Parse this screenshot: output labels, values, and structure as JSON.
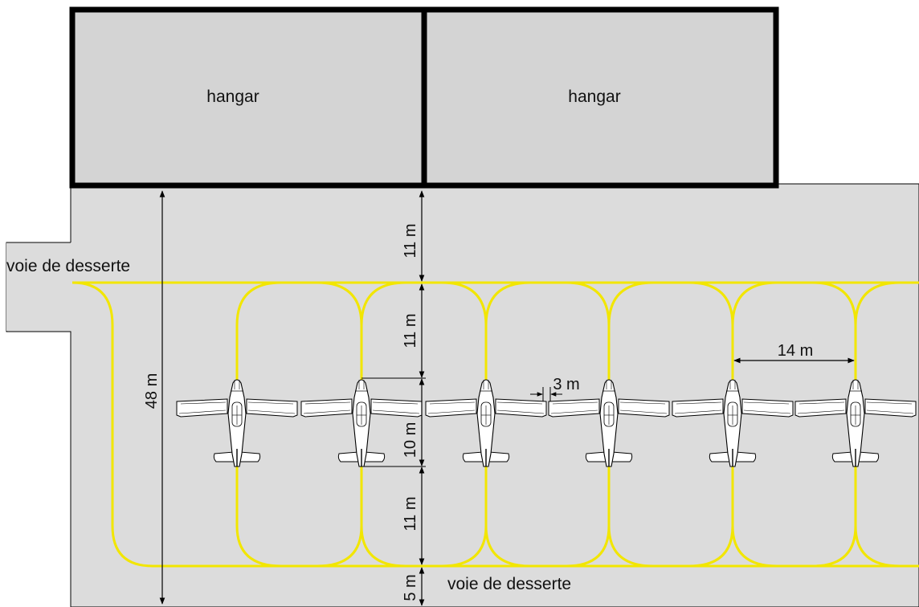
{
  "labels": {
    "hangar_left": "hangar",
    "hangar_right": "hangar",
    "access_road_left": "voie de desserte",
    "access_road_bottom": "voie de desserte"
  },
  "dimensions": {
    "total_depth": "48 m",
    "setback_top": "11 m",
    "stand_top": "11 m",
    "aircraft_length": "10 m",
    "stand_bottom": "11 m",
    "setback_bottom": "5 m",
    "stand_width": "14 m",
    "wingtip_clearance": "3 m"
  },
  "colors": {
    "apron": "#dcdcdc",
    "hangar_fill": "#d4d4d4",
    "hangar_wall": "#000000",
    "guide_line": "#f2e600",
    "aircraft": "#ffffff",
    "dimension_line": "#000000"
  },
  "aircraft_count": 6,
  "icons": [
    "aircraft-icon"
  ]
}
